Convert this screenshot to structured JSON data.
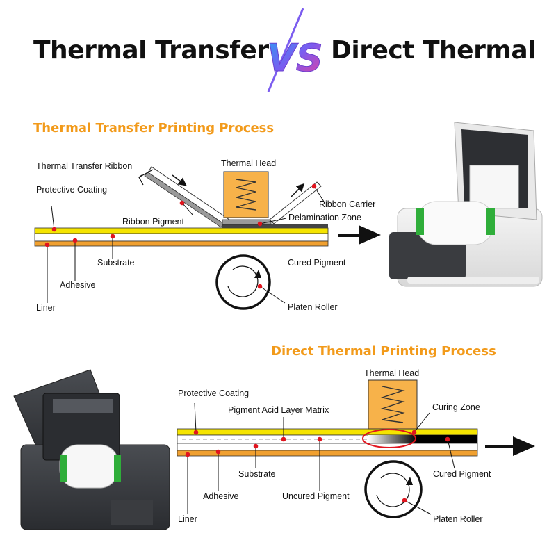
{
  "header": {
    "left_title": "Thermal Transfer",
    "vs_text": "VS",
    "right_title": "Direct Thermal"
  },
  "thermal_transfer": {
    "title": "Thermal Transfer Printing Process",
    "labels": {
      "ribbon": "Thermal Transfer Ribbon",
      "protective_coating": "Protective Coating",
      "ribbon_pigment": "Ribbon Pigment",
      "thermal_head": "Thermal Head",
      "ribbon_carrier": "Ribbon Carrier",
      "delamination_zone": "Delamination Zone",
      "substrate": "Substrate",
      "adhesive": "Adhesive",
      "liner": "Liner",
      "cured_pigment": "Cured Pigment",
      "platen_roller": "Platen Roller"
    }
  },
  "direct_thermal": {
    "title": "Direct Thermal Printing Process",
    "labels": {
      "thermal_head": "Thermal Head",
      "protective_coating": "Protective Coating",
      "pigment_acid_layer": "Pigment Acid Layer Matrix",
      "curing_zone": "Curing Zone",
      "substrate": "Substrate",
      "adhesive": "Adhesive",
      "uncured_pigment": "Uncured Pigment",
      "cured_pigment": "Cured Pigment",
      "liner": "Liner",
      "platen_roller": "Platen Roller"
    }
  },
  "colors": {
    "title_orange": "#f29a1a",
    "head_orange": "#f7b24a",
    "coating_yellow": "#f5e400",
    "adhesive_orange": "#f0a030",
    "marker_red": "#e0141e",
    "vs_pink": "#e83e9c",
    "vs_blue": "#2a9df4"
  }
}
